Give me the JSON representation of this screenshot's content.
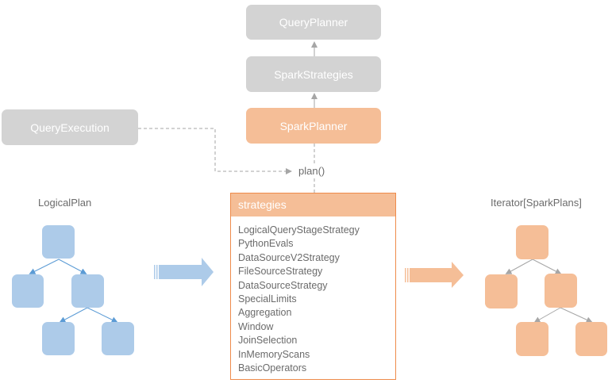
{
  "colors": {
    "gray_box": "#d3d3d3",
    "orange_box": "#f5be97",
    "orange_border": "#ee8b4b",
    "blue_node": "#adcbe9",
    "blue_line": "#5b9bd5",
    "connector": "#a6a6a6",
    "text": "#6b6b6b"
  },
  "boxes": {
    "query_planner": "QueryPlanner",
    "spark_strategies": "SparkStrategies",
    "spark_planner": "SparkPlanner",
    "query_execution": "QueryExecution"
  },
  "plan_method": "plan()",
  "strategies": {
    "title": "strategies",
    "items": [
      "LogicalQueryStageStrategy",
      "PythonEvals",
      "DataSourceV2Strategy",
      "FileSourceStrategy",
      "DataSourceStrategy",
      "SpecialLimits",
      "Aggregation",
      "Window",
      "JoinSelection",
      "InMemoryScans",
      "BasicOperators"
    ]
  },
  "input_label": "LogicalPlan",
  "output_label": "Iterator[SparkPlans]"
}
